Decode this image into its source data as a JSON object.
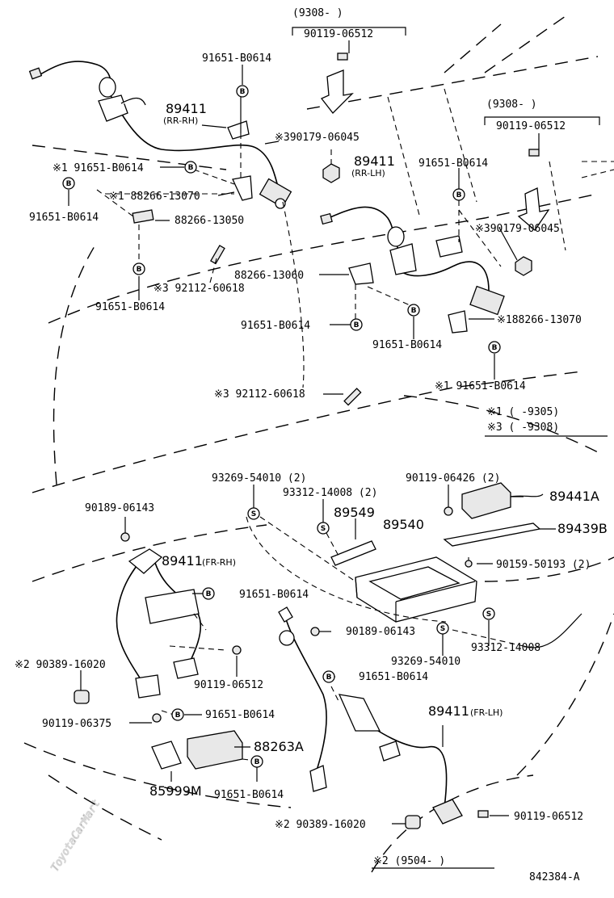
{
  "labels": {
    "p1": "(9308-        )",
    "p2": "90119-06512",
    "p3": "91651-B0614",
    "p4": "89411",
    "p5": "(RR-RH)",
    "p6": "※390179-06045",
    "p7": "(9308-        )",
    "p8": "90119-06512",
    "p9": "※1 91651-B0614",
    "p10": "89411",
    "p11": "(RR-LH)",
    "p12": "91651-B0614",
    "p13": "※1 88266-13070",
    "p14": "91651-B0614",
    "p15": "88266-13050",
    "p16": "※390179-06045",
    "p17": "88266-13060",
    "p18": "※3 92112-60618",
    "p19": "91651-B0614",
    "p20": "91651-B0614",
    "p21": "※188266-13070",
    "p22": "91651-B0614",
    "p23": "※1 91651-B0614",
    "p24": "※3 92112-60618",
    "p25": "※1  (      -9305)",
    "p26": "※3  (      -9308)",
    "p27": "93269-54010 (2)",
    "p28": "90119-06426 (2)",
    "p29": "93312-14008 (2)",
    "p30": "89441A",
    "p31": "90189-06143",
    "p32": "89549",
    "p33": "89540",
    "p34": "89439B",
    "p35": "89411",
    "p36": "(FR-RH)",
    "p37": "90159-50193 (2)",
    "p38": "91651-B0614",
    "p39": "90189-06143",
    "p40": "93312-14008",
    "p41": "93269-54010",
    "p42": "※2 90389-16020",
    "p43": "90119-06512",
    "p44": "91651-B0614",
    "p45": "90119-06375",
    "p46": "91651-B0614",
    "p47": "89411",
    "p48": "(FR-LH)",
    "p49": "88263A",
    "p50": "85999M",
    "p51": "91651-B0614",
    "p52": "90119-06512",
    "p53": "※2 90389-16020",
    "p54": "※2  (9504-         )",
    "p55": "842384-A"
  },
  "markers": {
    "b": "B",
    "s": "S"
  },
  "watermark": "ToyotaCarMart"
}
